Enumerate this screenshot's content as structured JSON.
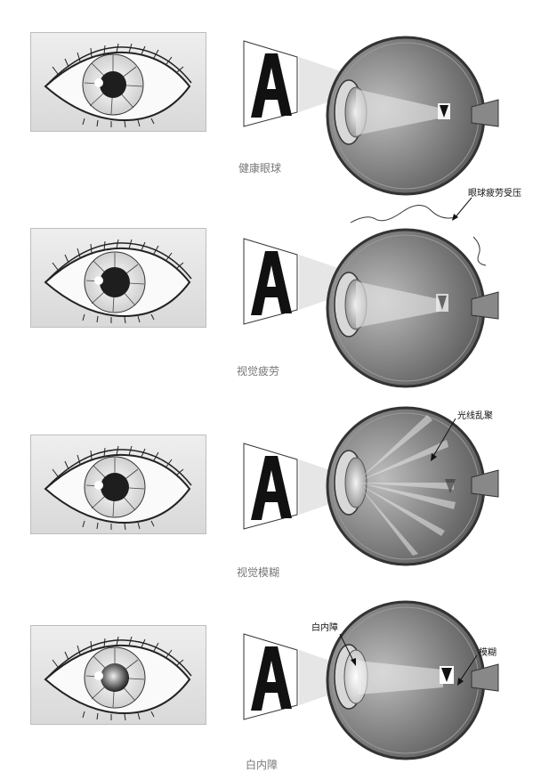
{
  "rows": [
    {
      "caption": "健康眼球",
      "card_letter": "A",
      "annotation": ""
    },
    {
      "caption": "视觉疲劳",
      "card_letter": "A",
      "annotation": "眼球疲劳受压"
    },
    {
      "caption": "视觉模糊",
      "card_letter": "A",
      "annotation": "光线乱聚"
    },
    {
      "caption": "白内障",
      "card_letter": "A",
      "annotation": "模糊",
      "annotation_lens": "白内障"
    }
  ],
  "colors": {
    "eyeball_dark": "#555555",
    "pupil": "#222222",
    "box_bg": "#e4e4e4"
  }
}
